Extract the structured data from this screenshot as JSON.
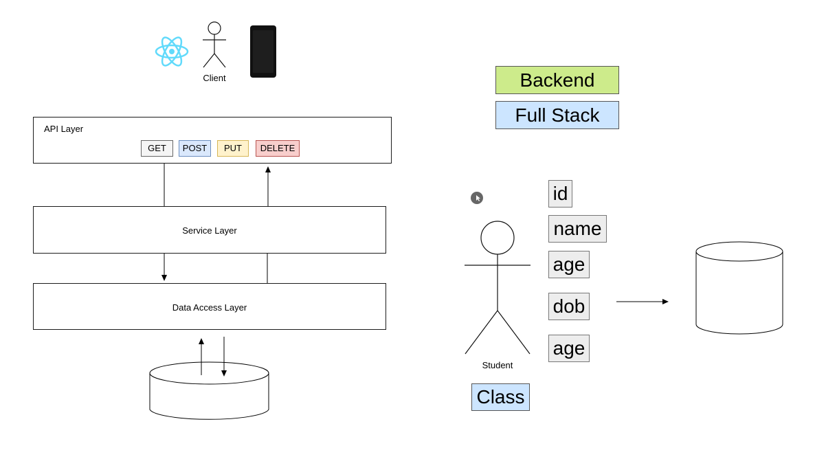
{
  "client": {
    "label": "Client"
  },
  "api_layer": {
    "title": "API Layer",
    "methods": [
      {
        "label": "GET",
        "bg": "#f5f5f5",
        "border": "#666666"
      },
      {
        "label": "POST",
        "bg": "#dae8fc",
        "border": "#6c8ebf"
      },
      {
        "label": "PUT",
        "bg": "#fff2cc",
        "border": "#d6b656"
      },
      {
        "label": "DELETE",
        "bg": "#f8cecc",
        "border": "#b85450"
      }
    ]
  },
  "service_layer": {
    "label": "Service Layer"
  },
  "data_access_layer": {
    "label": "Data Access Layer"
  },
  "legend": {
    "backend": {
      "label": "Backend",
      "bg": "#cdeb8b"
    },
    "fullstack": {
      "label": "Full Stack",
      "bg": "#cce5ff"
    }
  },
  "student": {
    "label": "Student",
    "fields": [
      "id",
      "name",
      "age",
      "dob",
      "age"
    ],
    "class_label": "Class",
    "class_bg": "#cce5ff"
  },
  "icons": {
    "react": "react-logo-icon",
    "client": "person-icon",
    "phone": "smartphone-icon",
    "cursor": "mouse-cursor-icon"
  },
  "colors": {
    "react": "#61dafb",
    "phone": "#111111"
  }
}
